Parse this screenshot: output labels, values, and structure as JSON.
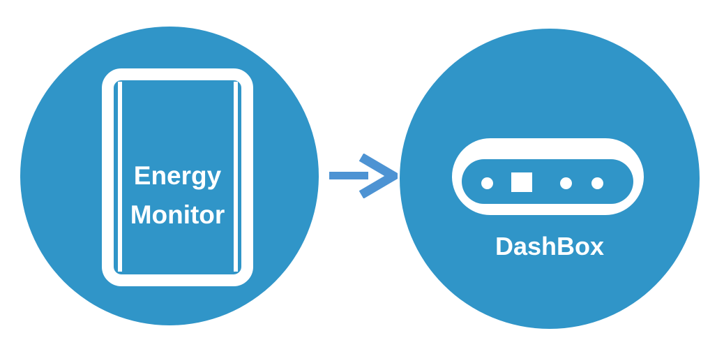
{
  "colors": {
    "circle": "#3095c8",
    "arrow": "#4d93d3",
    "icon": "#ffffff",
    "text": "#ffffff",
    "background": "#ffffff"
  },
  "diagram": {
    "nodes": [
      {
        "id": "energy-monitor",
        "shape": "circle",
        "icon": "energy-monitor-panel-icon",
        "label_line1": "Energy",
        "label_line2": "Monitor"
      },
      {
        "id": "dashbox",
        "shape": "circle",
        "icon": "dashbox-device-icon",
        "label": "DashBox"
      }
    ],
    "connector": {
      "type": "right-arrow",
      "from": "energy-monitor",
      "to": "dashbox"
    }
  }
}
